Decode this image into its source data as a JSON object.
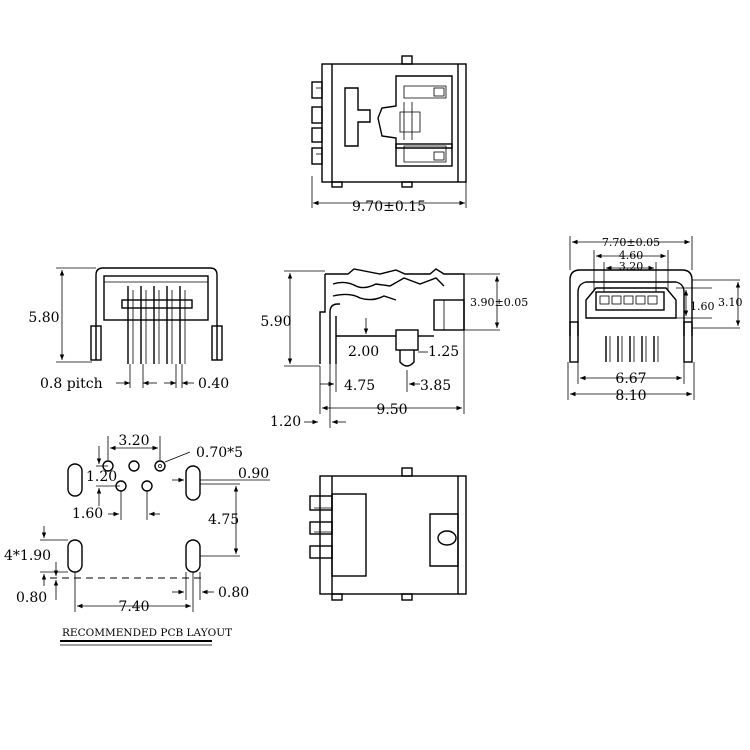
{
  "top_view": {
    "width": "9.70±0.15"
  },
  "side_view": {
    "height": "5.80",
    "pitch": "0.8 pitch",
    "pin_width": "0.40"
  },
  "front_view": {
    "height": "5.90",
    "depth_a": "2.00",
    "depth_b": "1.25",
    "side_a": "4.75",
    "side_b": "3.85",
    "offset": "1.20",
    "length": "9.50",
    "shell_height": "3.90±0.05"
  },
  "end_view": {
    "top_width": "7.70±0.05",
    "inner_width": "4.60",
    "pin_span": "3.20",
    "opening_height": "1.60",
    "total_height": "3.10",
    "body_width": "6.67",
    "overall_width": "8.10"
  },
  "pcb_layout": {
    "caption": "RECOMMENDED PCB LAYOUT",
    "pin_span": "3.20",
    "hole_dia": "0.70*5",
    "row_gap": "1.20",
    "slot_width": "0.90",
    "row_offset": "1.60",
    "slot_spacing": "4.75",
    "slot_len": "4*1.90",
    "edge_left": "0.80",
    "slot_span": "7.40",
    "edge_right": "0.80"
  }
}
